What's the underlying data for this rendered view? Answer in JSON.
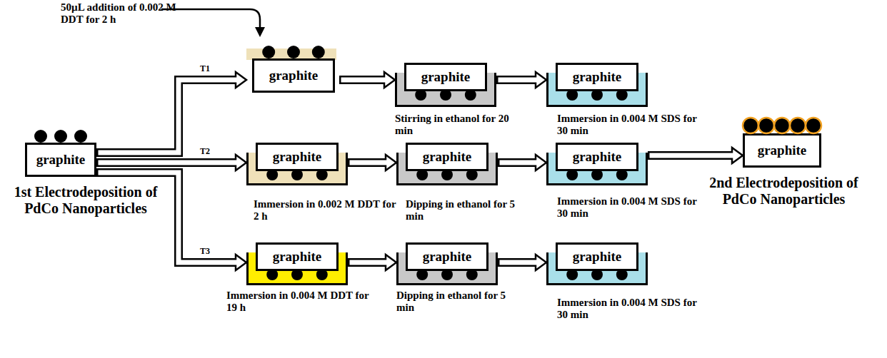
{
  "diagram": {
    "nodes": [
      {
        "text": [
          "graphite",
          "1st Electrodeposition of PdCo Nanoparticles"
        ]
      },
      {
        "text": [
          "graphite"
        ]
      },
      {
        "text": [
          "graphite",
          "Stirring in ethanol for 20 min"
        ]
      },
      {
        "text": [
          "graphite",
          "Immersion in 0.004 M SDS for 30 min"
        ]
      },
      {
        "text": [
          "graphite",
          "Immersion in 0.002 M DDT for 2 h"
        ]
      },
      {
        "text": [
          "graphite",
          "Dipping in ethanol for 5 min"
        ]
      },
      {
        "text": [
          "graphite",
          "Immersion in 0.004 M SDS for 30 min"
        ]
      },
      {
        "text": [
          "graphite",
          "Immersion in 0.004 M DDT for 19 h"
        ]
      },
      {
        "text": [
          "graphite",
          "Dipping in ethanol for 5 min"
        ]
      },
      {
        "text": [
          "graphite",
          "Immersion in 0.004 M SDS for 30 min"
        ]
      },
      {
        "text": [
          "graphite",
          "2nd Electrodeposition of PdCo Nanoparticles"
        ]
      }
    ],
    "edges": [
      {
        "from": 0,
        "to": 1,
        "label": "T1",
        "arrow": "to"
      },
      {
        "from": 1,
        "to": 2,
        "arrow": "to"
      },
      {
        "from": 2,
        "to": 3,
        "arrow": "to"
      },
      {
        "from": 0,
        "to": 4,
        "label": "T2",
        "arrow": "to"
      },
      {
        "from": 4,
        "to": 5,
        "arrow": "to"
      },
      {
        "from": 5,
        "to": 6,
        "arrow": "to"
      },
      {
        "from": 6,
        "to": 10,
        "arrow": "to"
      },
      {
        "from": 0,
        "to": 7,
        "label": "T3",
        "arrow": "to"
      },
      {
        "from": 7,
        "to": 8,
        "arrow": "to"
      },
      {
        "from": 8,
        "to": 9,
        "arrow": "to"
      }
    ],
    "labels": [
      "50µL addition of 0.002 M DDT for 2 h"
    ]
  }
}
